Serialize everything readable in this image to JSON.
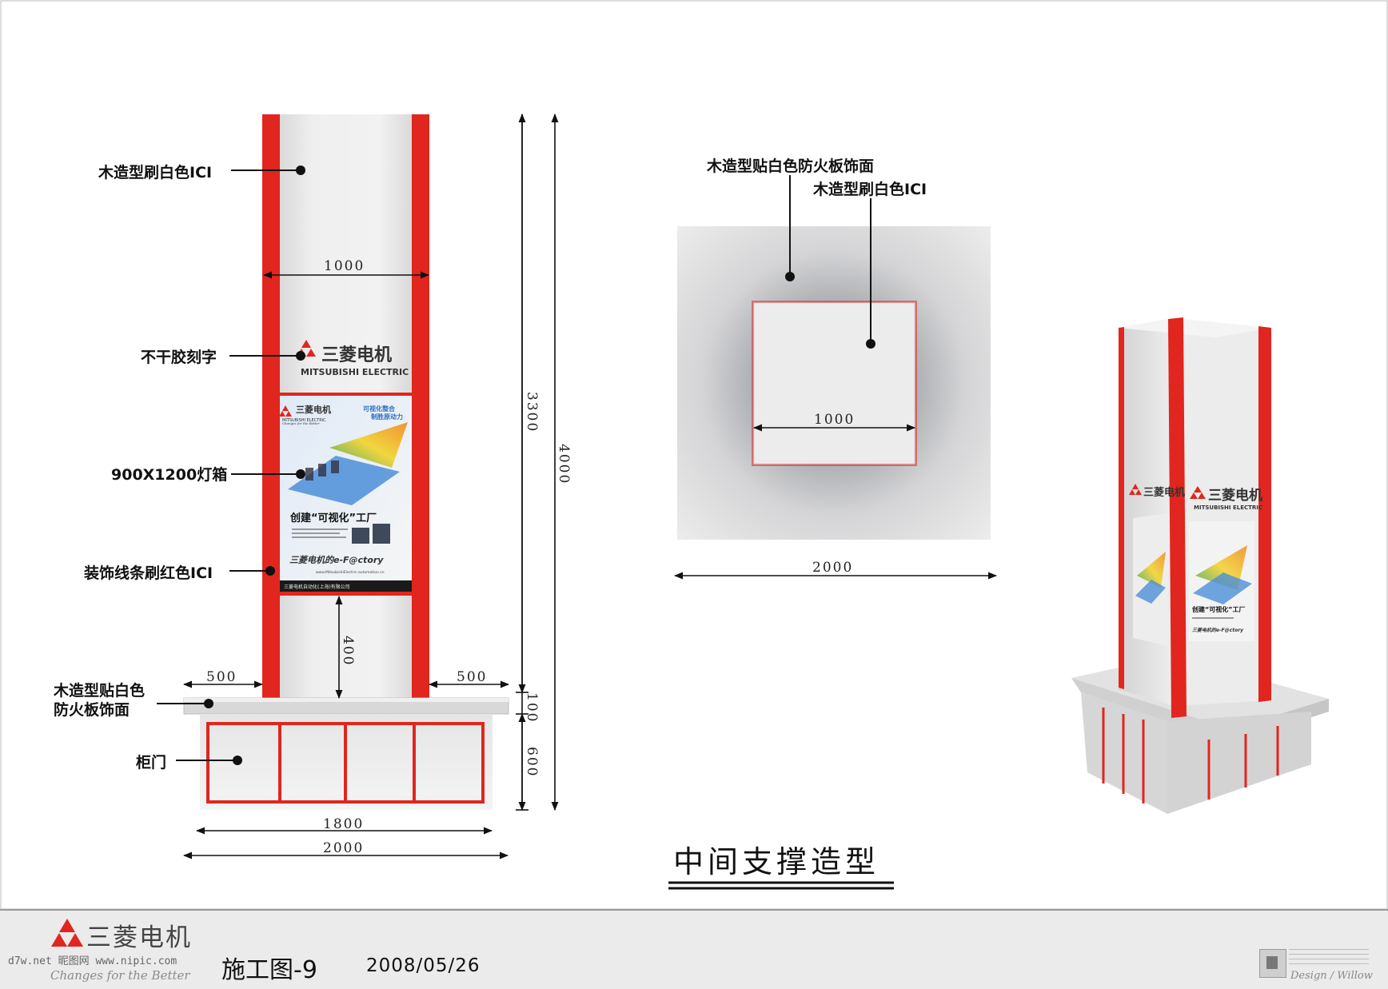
{
  "elevation": {
    "labels": {
      "top_panel": "木造型刷白色ICI",
      "logo_lettering": "不干胶刻字",
      "lightbox": "900X1200灯箱",
      "trim": "装饰线条刷红色ICI",
      "base_top_line1": "木造型贴白色",
      "base_top_line2": "防火板饰面",
      "cabinet_door": "柜门"
    },
    "dims": {
      "column_width": "1000",
      "lightbox_gap": "400",
      "left_margin": "500",
      "right_margin": "500",
      "column_height": "3300",
      "total_height": "4000",
      "slab": "100",
      "cabinet_height": "600",
      "cabinet_width": "1800",
      "base_width": "2000"
    },
    "logo": {
      "cn": "三菱电机",
      "en": "MITSUBISHI ELECTRIC"
    },
    "poster": {
      "brand_cn": "三菱电机",
      "brand_en": "MITSUBISHI ELECTRIC",
      "tagline": "Changes for the Better",
      "headline_small_1": "可视化整合",
      "headline_small_2": "制胜原动力",
      "headline": "创建“可视化”工厂",
      "slogan": "三菱电机的e-F@ctory",
      "website": "www.MitsubishiElectric-automation.cn",
      "footer": "三菱电机自动化(上海)有限公司"
    }
  },
  "plan": {
    "label_outer": "木造型贴白色防火板饰面",
    "label_inner": "木造型刷白色ICI",
    "dim_inner": "1000",
    "dim_outer": "2000"
  },
  "render3d": {
    "logo_cn": "三菱电机",
    "logo_en": "MITSUBISHI ELECTRIC"
  },
  "title": "中间支撑造型",
  "footer": {
    "brand_cn": "三菱电机",
    "brand_tag": "Changes for the Better",
    "watermark": "d7w.net 昵图网 www.nipic.com",
    "sheet_no": "施工图-9",
    "date": "2008/05/26",
    "designer": "Design / Willow"
  },
  "colors": {
    "accent_red": "#e0261e",
    "panel_white": "#eeeeee",
    "footer_bg": "#ebebeb"
  }
}
